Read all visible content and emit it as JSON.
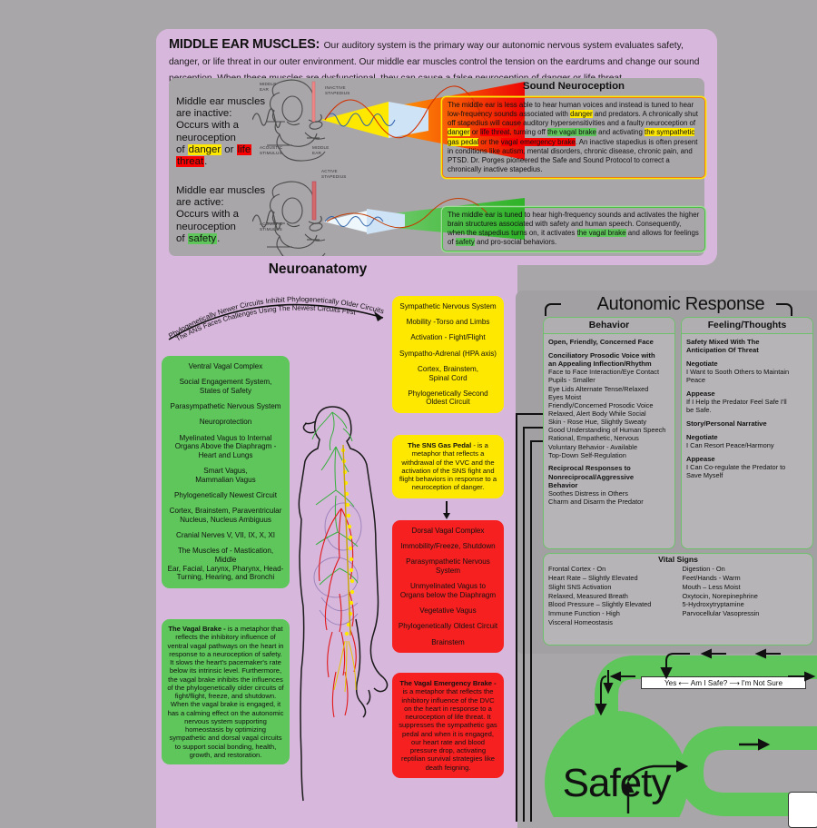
{
  "header": {
    "title": "MIDDLE EAR MUSCLES:",
    "body": "Our auditory system is the primary way our autonomic nervous system evaluates safety, danger, or life threat in our outer environment. Our middle ear muscles control the tension on the eardrums and change our sound perception. When these muscles are  dysfunctional, they can cause a false neuroception of danger or life threat."
  },
  "ear_panel": {
    "inactive_label_lines": [
      "Middle ear muscles",
      "are inactive:",
      "Occurs with a",
      "neuroception"
    ],
    "inactive_line_danger_prefix": "of ",
    "inactive_danger": "danger",
    "inactive_or": " or ",
    "inactive_life": "life",
    "inactive_threat": "threat",
    "inactive_period": ".",
    "active_label_lines": [
      "Middle ear muscles",
      "are active:",
      "Occurs with a",
      "neuroception"
    ],
    "active_prefix": "of ",
    "active_safety": "safety",
    "active_period": ".",
    "tiny_labels": {
      "middle_ear_top": "MIDDLE\nEAR",
      "inactive_stapedius": "INACTIVE\nSTAPEDIUS",
      "acoustic_stimulus_top": "ACOUSTIC\nSTIMULUS",
      "middle_ear_mid": "MIDDLE\nEAR",
      "active_stapedius": "ACTIVE\nSTAPEDIUS",
      "acoustic_stimulus_bottom": "ACOUSTIC\nSTIMULUS"
    }
  },
  "sound_neuroception": {
    "title": "Sound Neuroception",
    "box1": {
      "border_color": "#f07d14",
      "segments": [
        {
          "t": "The middle ear is less able to hear human voices and instead is tuned to hear low-frequency sounds associated with ",
          "hl": "none"
        },
        {
          "t": "danger",
          "hl": "yellow"
        },
        {
          "t": " and predators.  A chronically shut off stapedius will cause auditory hypersensitivities and a faulty neuroception of ",
          "hl": "none"
        },
        {
          "t": "danger",
          "hl": "yellow"
        },
        {
          "t": " or ",
          "hl": "none"
        },
        {
          "t": "life threat",
          "hl": "red"
        },
        {
          "t": ", turning off ",
          "hl": "none"
        },
        {
          "t": "the vagal brake",
          "hl": "green"
        },
        {
          "t": " and activating ",
          "hl": "none"
        },
        {
          "t": "the sympathetic gas pedal",
          "hl": "yellow"
        },
        {
          "t": " or the ",
          "hl": "none"
        },
        {
          "t": "vagal emergency brake",
          "hl": "red"
        },
        {
          "t": ". An inactive stapedius is often present in conditions like autism, mental disorders, chronic disease, chronic pain, and PTSD. Dr. Porges pioneered the Safe and Sound Protocol to correct a chronically inactive stapedius.",
          "hl": "none"
        }
      ]
    },
    "box2": {
      "border_color": "#4cbf45",
      "segments": [
        {
          "t": "The middle ear is tuned to hear high-frequency sounds and activates the higher brain structures associated with safety and human speech. Consequently, when the stapedius turns on, it activates ",
          "hl": "none"
        },
        {
          "t": "the vagal brake",
          "hl": "green"
        },
        {
          "t": " and allows for feelings of ",
          "hl": "none"
        },
        {
          "t": "safety",
          "hl": "green"
        },
        {
          "t": " and pro-social behaviors.",
          "hl": "none"
        }
      ]
    }
  },
  "neuroanatomy": {
    "title": "Neuroanatomy",
    "arc_text_1": "Phylogenetically Newer Circuits Inhibit Phylogenetically Older Circuits",
    "arc_text_2": "The ANS Faces Challenges Using The Newest Circuits First"
  },
  "ventral_vagal_box": {
    "color": "#5ec65a",
    "lines": [
      "Ventral Vagal Complex",
      "Social Engagement System,\nStates of Safety",
      "Parasympathetic Nervous System",
      "Neuroprotection",
      "Myelinated Vagus to Internal\nOrgans Above the Diaphragm -\nHeart and Lungs",
      "Smart Vagus,\nMammalian Vagus",
      "Phylogenetically Newest Circuit",
      "Cortex, Brainstem, Paraventricular\nNucleus, Nucleus Ambiguus",
      "Cranial Nerves V, VII, IX, X, XI",
      "The Muscles of - Mastication, Middle\nEar, Facial, Larynx, Pharynx, Head-\nTurning, Hearing, and Bronchi"
    ]
  },
  "vagal_brake_box": {
    "color": "#5ec65a",
    "term": "The Vagal Brake - ",
    "text": "is a metaphor that reflects the inhibitory influence of ventral vagal pathways on the heart in response to a neuroception of safety. It slows the heart's pacemaker's rate below its intrinsic level. Furthermore, the vagal brake inhibits the influences of the phylogenetically older circuits of fight/flight, freeze, and shutdown. When the vagal brake is engaged, it has a calming effect on the autonomic nervous system supporting homeostasis by optimizing sympathetic and dorsal vagal circuits to support social bonding, health, growth, and restoration."
  },
  "sns_box": {
    "color": "#ffe800",
    "lines": [
      "Sympathetic Nervous System",
      "Mobility -Torso and Limbs",
      "Activation - Fight/Flight",
      "Sympatho-Adrenal (HPA axis)",
      "Cortex, Brainstem,\nSpinal Cord",
      "Phylogenetically Second\nOldest Circuit"
    ]
  },
  "gas_pedal_box": {
    "color": "#ffe800",
    "term": "The SNS Gas Pedal ",
    "text": "- is a metaphor that reflects a withdrawal of the VVC and the activation of the SNS fight and flight behaviors in response to a neuroception of danger."
  },
  "dvc_box": {
    "color": "#f62020",
    "lines": [
      "Dorsal Vagal Complex",
      "Immobility/Freeze, Shutdown",
      "Parasympathetic Nervous\nSystem",
      "Unmyelinated Vagus to\nOrgans below the Diaphragm",
      "Vegetative Vagus",
      "Phylogenetically Oldest Circuit",
      "Brainstem"
    ]
  },
  "vagal_emergency_brake_box": {
    "color": "#f62020",
    "term": "The Vagal Emergency Brake - ",
    "text": "is a metaphor that reflects the inhibitory influence of the DVC on the heart in response to a neuroception of life threat. It suppresses the sympathetic gas pedal and when it is engaged, our heart rate and blood pressure drop, activating reptilian survival strategies like death feigning."
  },
  "autonomic_response": {
    "title": "Autonomic Response",
    "behavior": {
      "header": "Behavior",
      "blocks": [
        {
          "heads": [
            "Open, Friendly, Concerned Face"
          ],
          "items": []
        },
        {
          "heads": [
            "Conciliatory Prosodic Voice with",
            "an Appealing Inflection/Rhythm"
          ],
          "items": [
            "Face to Face Interaction/Eye Contact",
            "Pupils - Smaller",
            "Eye Lids Alternate Tense/Relaxed",
            "Eyes Moist",
            "Friendly/Concerned Prosodic Voice",
            "Relaxed, Alert Body While Social",
            "Skin - Rose Hue, Slightly Sweaty",
            "Good Understanding of Human Speech",
            "Rational, Empathetic, Nervous",
            "Voluntary Behavior - Available",
            "Top-Down Self-Regulation"
          ]
        },
        {
          "heads": [
            "Reciprocal Responses to",
            "Nonreciprocal/Aggressive",
            "Behavior"
          ],
          "items": [
            "Soothes Distress in Others",
            "Charm and Disarm the Predator"
          ]
        }
      ]
    },
    "feeling": {
      "header": "Feeling/Thoughts",
      "blocks": [
        {
          "heads": [
            "Safety Mixed With The",
            "Anticipation Of Threat"
          ],
          "items": []
        },
        {
          "heads": [
            "Negotiate"
          ],
          "items": [
            "I Want to Sooth Others to Maintain",
            "Peace"
          ]
        },
        {
          "heads": [
            "Appease"
          ],
          "items": [
            "If I Help the Predator Feel Safe I'll",
            "be Safe."
          ]
        },
        {
          "heads": [
            "Story/Personal Narrative"
          ],
          "items": []
        },
        {
          "heads": [
            "Negotiate"
          ],
          "items": [
            "I Can Resort Peace/Harmony"
          ]
        },
        {
          "heads": [
            "Appease"
          ],
          "items": [
            "I Can Co-regulate the Predator to",
            "Save Myself"
          ]
        }
      ]
    },
    "vital_signs": {
      "header": "Vital Signs",
      "left": [
        "Frontal Cortex - On",
        "Heart Rate – Slightly Elevated",
        "Slight SNS Activation",
        "Relaxed, Measured Breath",
        "Blood Pressure – Slightly Elevated",
        "Immune Function - High",
        "Visceral Homeostasis"
      ],
      "right": [
        "Digestion - On",
        "Feet/Hands - Warm",
        "Mouth – Less Moist",
        "Oxytocin, Norepinephrine",
        "5-Hydroxytryptamine",
        "Parvocellular Vasopressin"
      ]
    }
  },
  "flow": {
    "question": "Am I Safe?",
    "yes": "Yes",
    "not_sure": "I'm Not Sure",
    "safety_label": "Safety",
    "green": "#5ec65a"
  },
  "colors": {
    "background": "#a9a6a9",
    "purple_panel": "#d8b7dd",
    "green": "#5ec65a",
    "yellow": "#ffe800",
    "red": "#f62020",
    "orange_border": "#f07d14",
    "gray_panel": "#a9a6a9"
  }
}
